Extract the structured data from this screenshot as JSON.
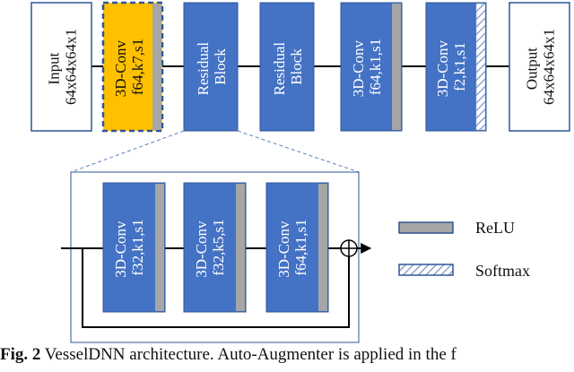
{
  "top_row": {
    "input": {
      "line1": "Input",
      "line2": "64x64x64x1"
    },
    "conv1": {
      "line1": "3D-Conv",
      "line2": "f64,k7,s1"
    },
    "res1": {
      "line1": "Residual",
      "line2": "Block"
    },
    "res2": {
      "line1": "Residual",
      "line2": "Block"
    },
    "conv2": {
      "line1": "3D-Conv",
      "line2": "f64,k1,s1"
    },
    "conv3": {
      "line1": "3D-Conv",
      "line2": "f2,k1,s1"
    },
    "output": {
      "line1": "Output",
      "line2": "64x64x64x1"
    }
  },
  "residual_block": {
    "conv_a": {
      "line1": "3D-Conv",
      "line2": "f32,k1,s1"
    },
    "conv_b": {
      "line1": "3D-Conv",
      "line2": "f32,k5,s1"
    },
    "conv_c": {
      "line1": "3D-Conv",
      "line2": "f64,k1,s1"
    }
  },
  "legend": {
    "relu": "ReLU",
    "softmax": "Softmax"
  },
  "caption": {
    "label": "Fig. 2",
    "text": " VesselDNN architecture. Auto-Augmenter is applied in the f"
  },
  "colors": {
    "block_blue": "#4472C4",
    "highlight_gold": "#FFC000",
    "relu_gray": "#A6A6A6",
    "dash_blue": "#2F5597"
  }
}
